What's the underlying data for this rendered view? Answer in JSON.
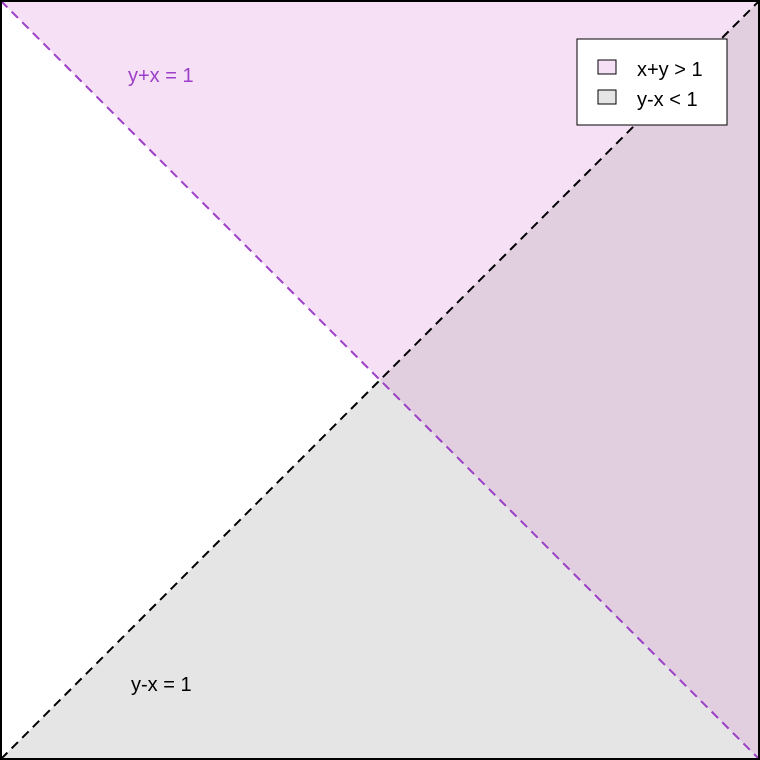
{
  "regions": [
    {
      "inequality": "x+y > 1",
      "color": "#f6e0f6"
    },
    {
      "inequality": "y-x < 1",
      "color": "#e5e5e5"
    }
  ],
  "overlap_color": "#e1cfe0",
  "lines": [
    {
      "equation": "y+x = 1",
      "color": "#9b3fc8"
    },
    {
      "equation": "y-x = 1",
      "color": "#000000"
    }
  ],
  "legend": {
    "items": [
      {
        "label": "x+y > 1",
        "swatch_color": "#f6e0f6"
      },
      {
        "label": "y-x < 1",
        "swatch_color": "#e5e5e5"
      }
    ]
  }
}
